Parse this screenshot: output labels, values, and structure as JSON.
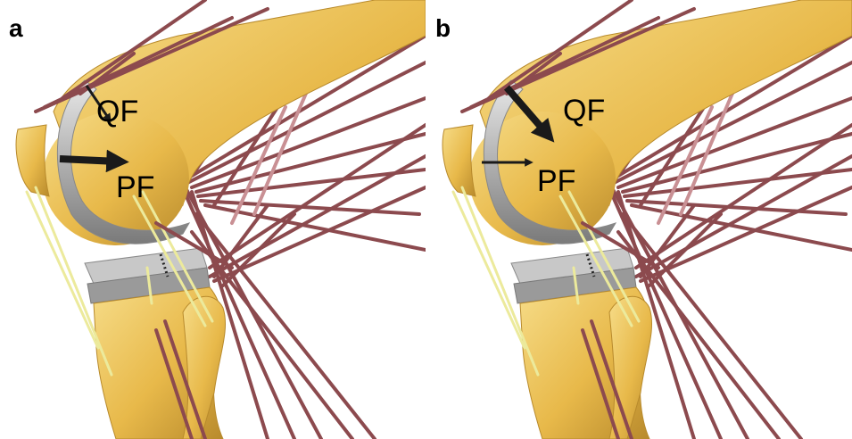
{
  "panels": [
    {
      "letter": "a",
      "labels": {
        "qf": "QF",
        "pf": "PF"
      },
      "arrows": {
        "qf": "thin",
        "pf": "thick"
      }
    },
    {
      "letter": "b",
      "labels": {
        "qf": "QF",
        "pf": "PF"
      },
      "arrows": {
        "qf": "thick",
        "pf": "thin"
      }
    }
  ],
  "colors": {
    "bone": "#e8b94a",
    "bone_light": "#f6dc88",
    "bone_shadow": "#b88a2c",
    "muscle": "#8c4a4e",
    "muscle_light": "#c99094",
    "ligament": "#ecea9c",
    "implant": "#b8b8b8",
    "implant_dark": "#7a7a7a",
    "arrow": "#1a1a1a"
  }
}
